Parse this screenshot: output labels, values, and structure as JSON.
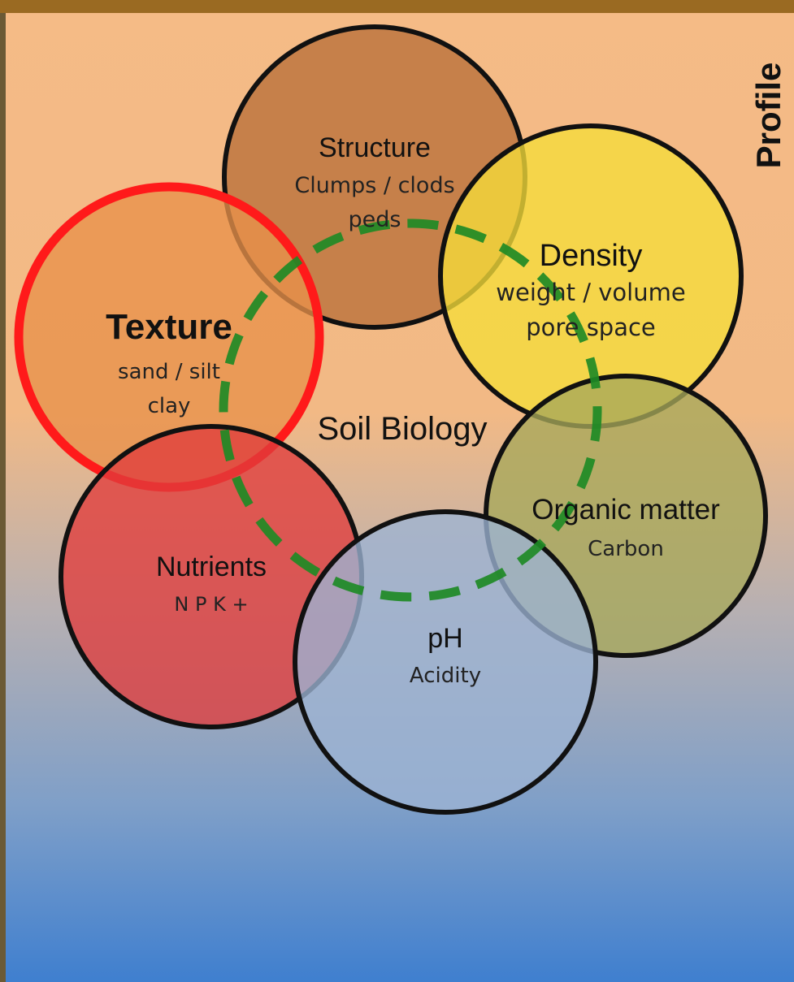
{
  "side_label": "Profile",
  "center_label": "Soil Biology",
  "properties": [
    {
      "title": "Structure",
      "lines": [
        "Clumps / clods",
        "peds"
      ],
      "fill": "#b8703a",
      "stroke": "#111111"
    },
    {
      "title": "Density",
      "lines": [
        "weight / volume",
        "pore space"
      ],
      "fill": "#f5dd3a",
      "stroke": "#111111"
    },
    {
      "title": "Texture",
      "lines": [
        "sand / silt",
        "clay"
      ],
      "fill": "#e8914a",
      "stroke": "#ff1a1a"
    },
    {
      "title": "Organic matter",
      "lines": [
        "Carbon"
      ],
      "fill": "#a6a85a",
      "stroke": "#111111"
    },
    {
      "title": "Nutrients",
      "lines": [
        "N P K +"
      ],
      "fill": "#e03c3c",
      "stroke": "#111111"
    },
    {
      "title": "pH",
      "lines": [
        "Acidity"
      ],
      "fill": "#9cb3d3",
      "stroke": "#111111"
    }
  ],
  "colors": {
    "top_bar": "#9a6a22",
    "background_top": "#f5bb86",
    "background_bottom": "#3f7fcf",
    "biology_ring": "#1e8a25"
  }
}
